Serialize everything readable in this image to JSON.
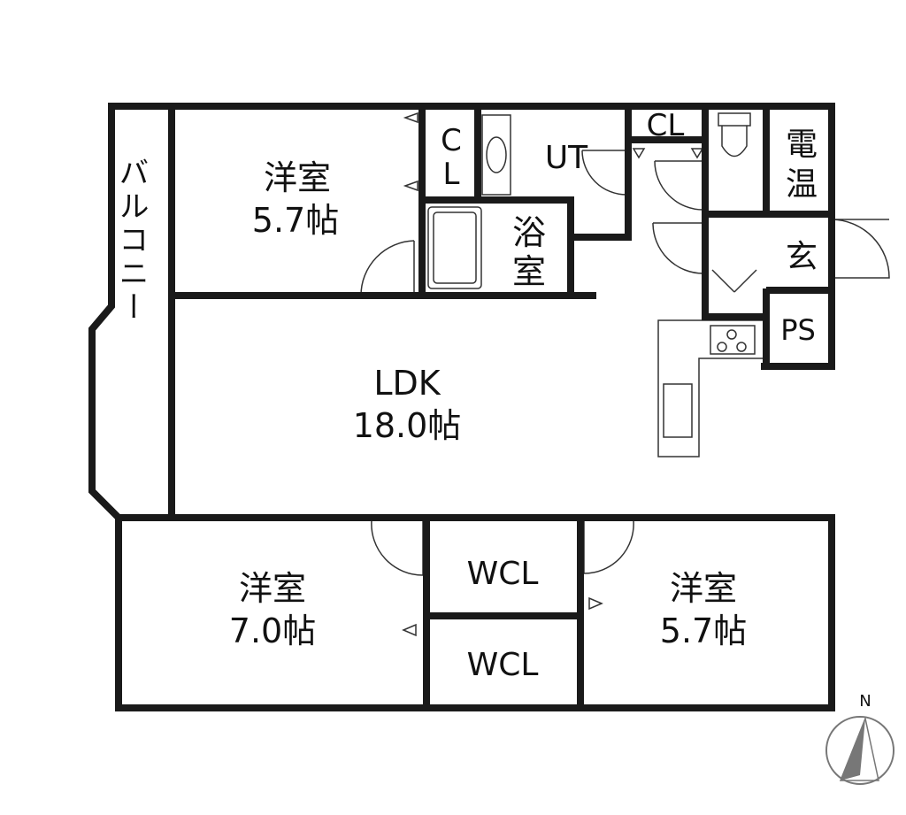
{
  "rooms": {
    "western_top": {
      "name": "洋室",
      "size": "5.7帖"
    },
    "cl_top_left": {
      "line1": "C",
      "line2": "L"
    },
    "ut": {
      "name": "UT"
    },
    "cl_top_right": {
      "name": "CL"
    },
    "denon": {
      "line1": "電",
      "line2": "温"
    },
    "bath": {
      "line1": "浴",
      "line2": "室"
    },
    "entrance": {
      "name": "玄"
    },
    "ps": {
      "name": "PS"
    },
    "balcony": {
      "name": "バルコニー"
    },
    "ldk": {
      "name": "LDK",
      "size": "18.0帖"
    },
    "western_bottom_left": {
      "name": "洋室",
      "size": "7.0帖"
    },
    "wcl_upper": {
      "name": "WCL"
    },
    "wcl_lower": {
      "name": "WCL"
    },
    "western_bottom_right": {
      "name": "洋室",
      "size": "5.7帖"
    }
  },
  "compass": {
    "label": "N"
  }
}
